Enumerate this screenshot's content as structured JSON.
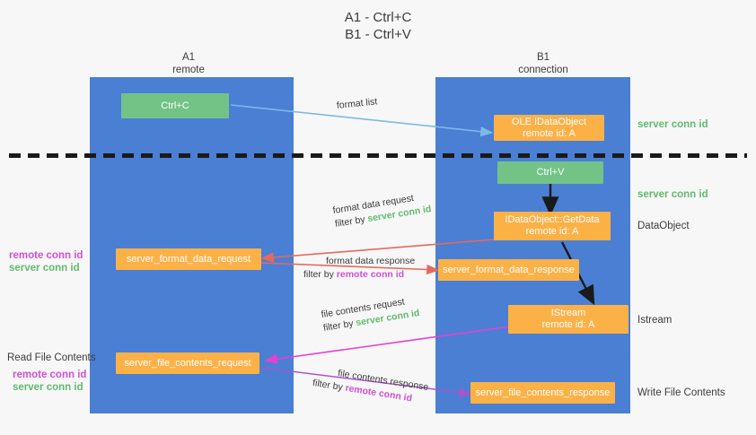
{
  "title": {
    "line1": "A1 - Ctrl+C",
    "line2": "B1 - Ctrl+V"
  },
  "lanes": [
    {
      "name": "A1",
      "sub": "remote"
    },
    {
      "name": "B1",
      "sub": "connection"
    }
  ],
  "boxes": {
    "ctrl_c": "Ctrl+C",
    "ctrl_v": "Ctrl+V",
    "ole_dataobject_l1": "OLE IDataObject",
    "ole_dataobject_l2": "remote id: A",
    "getdata_l1": "IDataObject::GetData",
    "getdata_l2": "remote id: A",
    "istream_l1": "IStream",
    "istream_l2": "remote id: A",
    "server_format_data_request": "server_format_data_request",
    "server_format_data_response": "server_format_data_response",
    "server_file_contents_request": "server_file_contents_request",
    "server_file_contents_response": "server_file_contents_response"
  },
  "edges": {
    "format_list": "format list",
    "format_data_request": "format data request",
    "format_data_response": "format data response",
    "file_contents_request": "file contents request",
    "file_contents_response": "file contents response",
    "filter_by": "filter by",
    "server_conn_id": "server conn id",
    "remote_conn_id": "remote conn id"
  },
  "right_labels": {
    "server_conn_id_top": "server conn id",
    "server_conn_id_mid": "server conn id",
    "dataobject": "DataObject",
    "istream": "Istream",
    "write_file_contents": "Write File Contents"
  },
  "left_labels": {
    "remote_conn_id_1": "remote conn id",
    "server_conn_id_1": "server conn id",
    "read_file_contents": "Read File Contents",
    "remote_conn_id_2": "remote conn id",
    "server_conn_id_2": "server conn id"
  },
  "colors": {
    "lane": "#4a7fd4",
    "green_box": "#73c387",
    "orange_box": "#fcb147",
    "server_conn": "#63b96f",
    "remote_conn": "#cf4fd6",
    "arrow_blue": "#7fb8e6",
    "arrow_red": "#e8685d",
    "arrow_magenta": "#e83fd0",
    "arrow_purple": "#a855c9",
    "arrow_black": "#1a1a1a",
    "background": "#f7f7f7"
  }
}
